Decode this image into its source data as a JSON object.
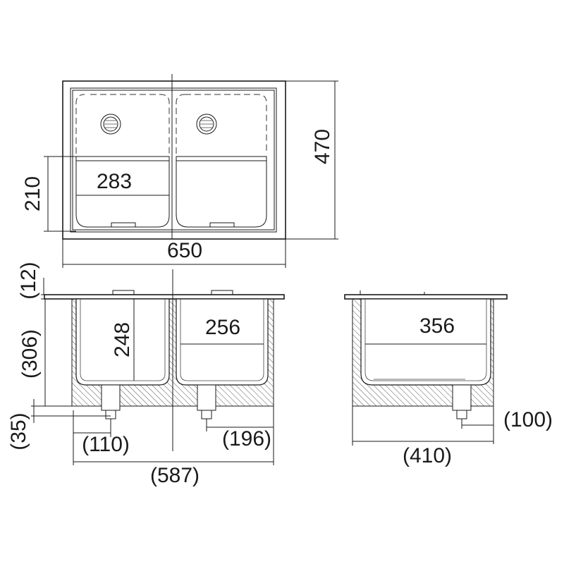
{
  "top_view": {
    "width_label": "650",
    "depth_label": "470",
    "bowl_depth_label": "210",
    "bowl_inner_label": "283"
  },
  "front_view": {
    "rim_label": "(12)",
    "height_label": "(306)",
    "bowl_height_label": "248",
    "bowl_width_label": "256",
    "drain_offset_label": "(35)",
    "drain_left_label": "(110)",
    "drain_right_label": "(196)",
    "overall_label": "(587)"
  },
  "side_view": {
    "inner_label": "356",
    "drain_label": "(100)",
    "overall_label": "(410)"
  }
}
